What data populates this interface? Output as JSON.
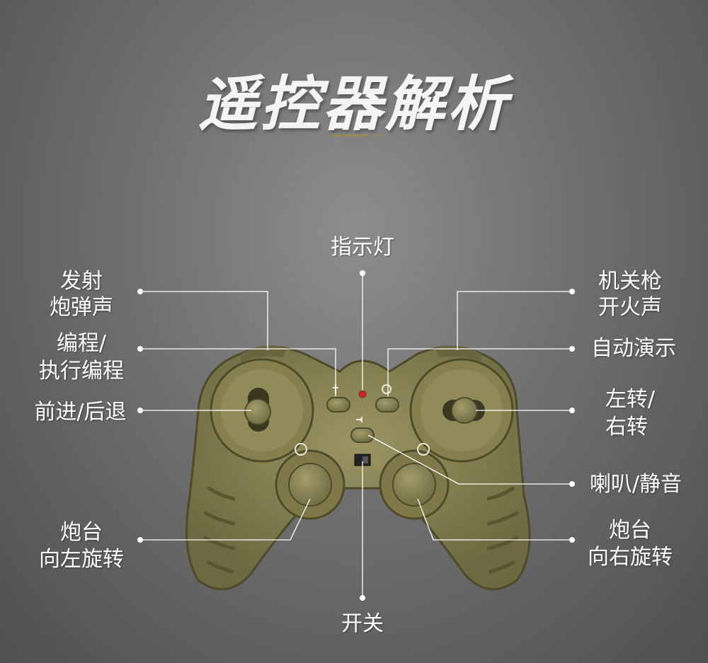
{
  "title": "遥控器解析",
  "colors": {
    "controller_body": "#8a8454",
    "controller_dark": "#5f5a34",
    "indicator_led": "#d42020",
    "accent_line": "#9a8a55",
    "callout_line": "#ffffff"
  },
  "labels": {
    "indicator": "指示灯",
    "fire_cannon_line1": "发射",
    "fire_cannon_line2": "炮弹声",
    "program_line1": "编程/",
    "program_line2": "执行编程",
    "forward_back": "前进/后退",
    "turret_left_line1": "炮台",
    "turret_left_line2": "向左旋转",
    "machine_gun_line1": "机关枪",
    "machine_gun_line2": "开火声",
    "auto_demo": "自动演示",
    "turn_line1": "左转/",
    "turn_line2": "右转",
    "speaker_mute": "喇叭/静音",
    "turret_right_line1": "炮台",
    "turret_right_line2": "向右旋转",
    "power_switch": "开关"
  }
}
